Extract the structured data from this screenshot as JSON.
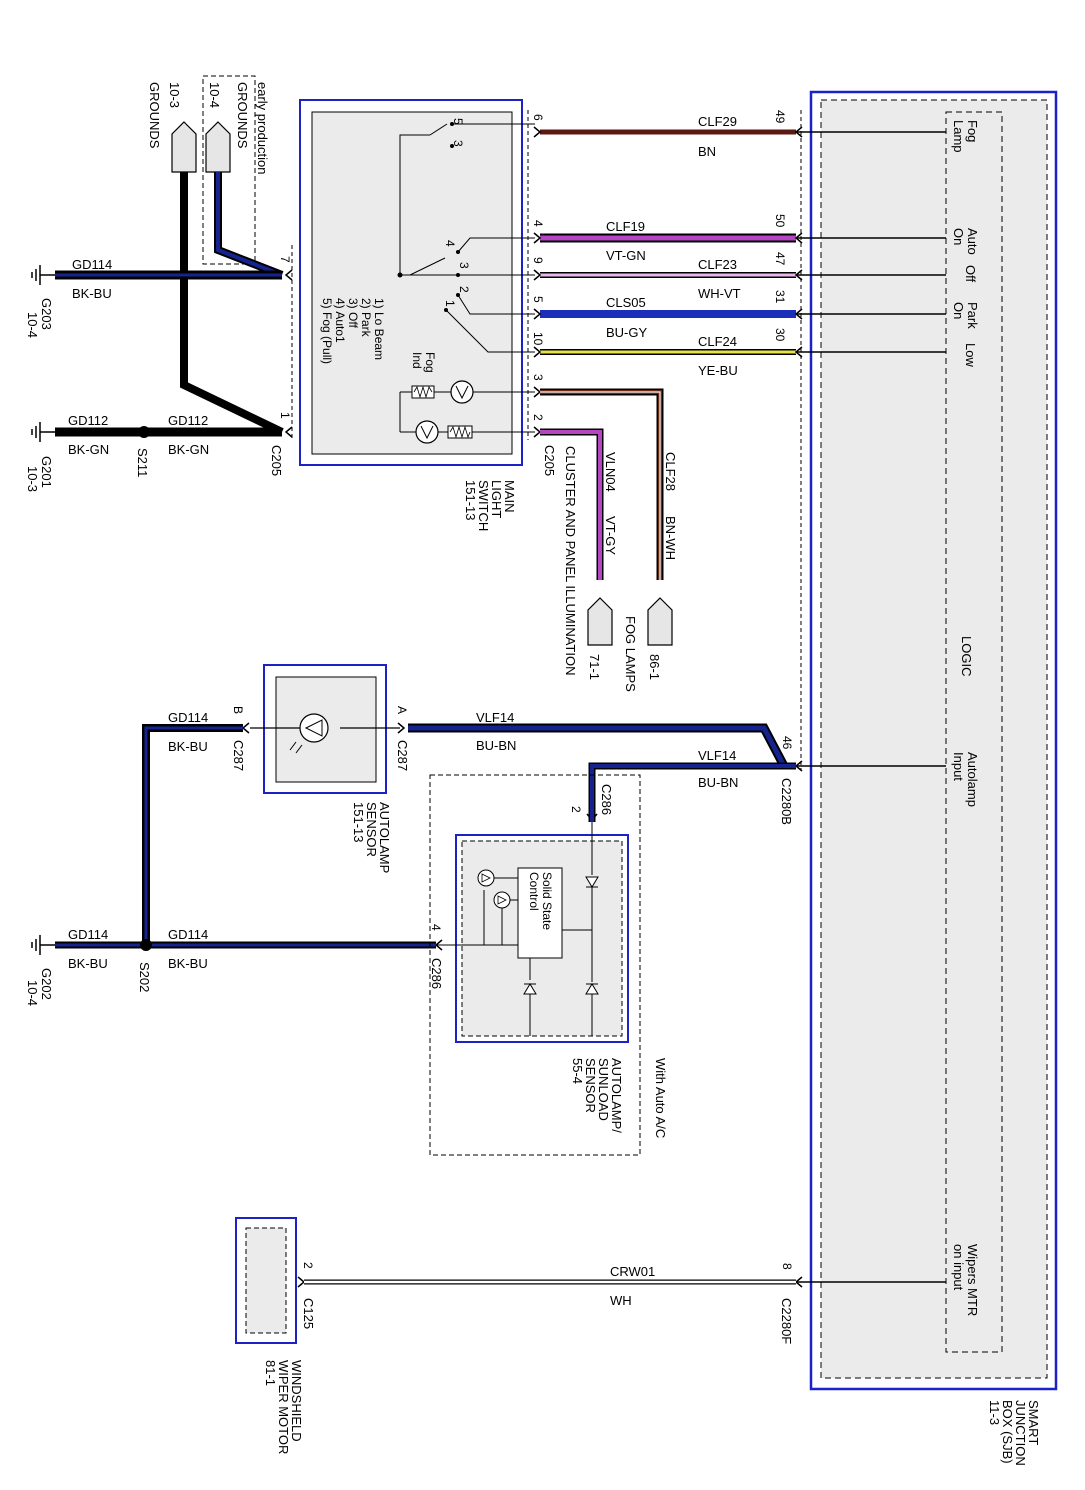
{
  "modules": {
    "sjb": {
      "lines": [
        "SMART",
        "JUNCTION",
        "BOX (SJB)",
        "11-3"
      ],
      "logic": "LOGIC",
      "pins": {
        "fog": [
          "Fog",
          "Lamp"
        ],
        "auto": [
          "Auto",
          "On"
        ],
        "off": "Off",
        "park": [
          "Park",
          "On"
        ],
        "low": "Low",
        "autolamp": [
          "Autolamp",
          "Input"
        ],
        "wipers": [
          "Wipers MTR",
          "on input"
        ]
      }
    },
    "switch": {
      "lines": [
        "MAIN",
        "LIGHT",
        "SWITCH",
        "151-13"
      ],
      "positions": [
        "1) Lo Beam",
        "2) Park",
        "3) Off",
        "4) Auto1",
        "5) Fog (Pull)"
      ],
      "fog_ind": [
        "Fog",
        "Ind"
      ]
    },
    "autolamp_sensor": {
      "lines": [
        "AUTOLAMP",
        "SENSOR",
        "151-13"
      ]
    },
    "sunload_sensor": {
      "lines": [
        "AUTOLAMP/",
        "SUNLOAD",
        "SENSOR",
        "55-4"
      ],
      "option": "With Auto A/C",
      "control": [
        "Control",
        "Solid State"
      ]
    },
    "wiper_motor": {
      "lines": [
        "WINDSHIELD",
        "WIPER MOTOR",
        "81-1"
      ]
    }
  },
  "grounds": {
    "g103": {
      "ref": "10-3",
      "label": "GROUNDS"
    },
    "g104": {
      "ref": "10-4",
      "label": "GROUNDS",
      "note": "early production"
    },
    "g203": {
      "id": "G203",
      "ref": "10-4"
    },
    "g201": {
      "id": "G201",
      "ref": "10-3"
    },
    "g202": {
      "id": "G202",
      "ref": "10-4"
    }
  },
  "splices": {
    "s211": "S211",
    "s202": "S202"
  },
  "wires": [
    {
      "circuit": "CLF29",
      "color": "BN",
      "hex": "#5a1a12"
    },
    {
      "circuit": "CLF19",
      "color": "VT-GN",
      "hex": "#b545c2"
    },
    {
      "circuit": "CLF23",
      "color": "WH-VT",
      "hex": "#e9b7ec"
    },
    {
      "circuit": "CLS05",
      "color": "BU-GY",
      "hex": "#1c2fb8"
    },
    {
      "circuit": "CLF24",
      "color": "YE-BU",
      "hex": "#e8e24a"
    },
    {
      "circuit": "CLF28",
      "color": "BN-WH",
      "hex": "#6b2a12"
    },
    {
      "circuit": "VLN04",
      "color": "VT-GY",
      "hex": "#b545c2"
    },
    {
      "circuit": "GD114",
      "color": "BK-BU"
    },
    {
      "circuit": "GD112",
      "color": "BK-GN"
    },
    {
      "circuit": "VLF14",
      "color": "BU-BN",
      "hex": "#14238f"
    },
    {
      "circuit": "CRW01",
      "color": "WH"
    }
  ],
  "connectors": {
    "c205": "C205",
    "c287": "C287",
    "c286": "C286",
    "c2280b": "C2280B",
    "c2280f": "C2280F",
    "c125": "C125"
  },
  "pins": {
    "sw": [
      "6",
      "4",
      "9",
      "5",
      "10",
      "3",
      "2",
      "7",
      "1"
    ],
    "sjb": [
      "49",
      "50",
      "47",
      "31",
      "30",
      "46",
      "8"
    ],
    "sw_int": [
      "5",
      "3",
      "4",
      "3",
      "2",
      "1"
    ],
    "c287": [
      "B",
      "A"
    ],
    "c286": [
      "2",
      "4"
    ],
    "c125": "2"
  },
  "destinations": {
    "fog_lamps": {
      "ref": "86-1",
      "label": "FOG LAMPS"
    },
    "cluster": {
      "ref": "71-1",
      "label": "CLUSTER AND PANEL ILLUMINATION"
    }
  }
}
